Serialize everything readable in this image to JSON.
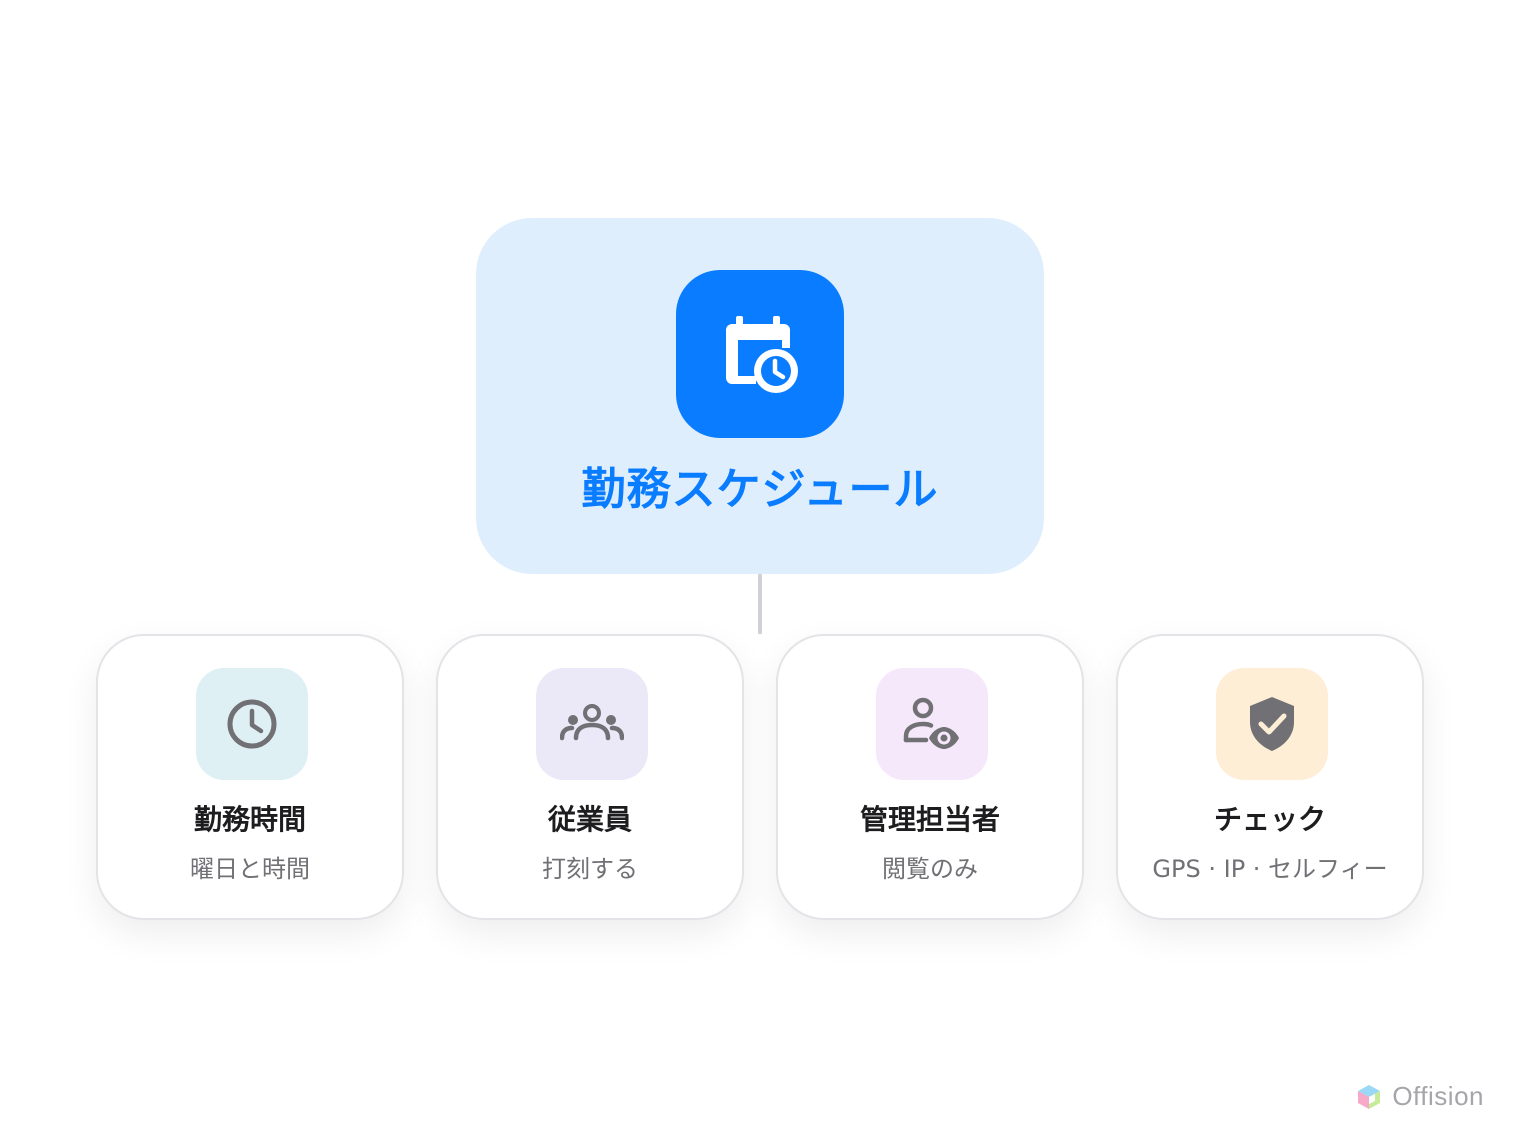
{
  "main": {
    "title": "勤務スケジュール",
    "icon": "calendar-clock-icon",
    "accent_color": "#0a7cff",
    "background_color": "#dfeefd"
  },
  "cards": [
    {
      "title": "勤務時間",
      "subtitle": "曜日と時間",
      "icon": "clock-icon",
      "tile_color": "#dff0f4"
    },
    {
      "title": "従業員",
      "subtitle": "打刻する",
      "icon": "group-icon",
      "tile_color": "#ebe8f7"
    },
    {
      "title": "管理担当者",
      "subtitle": "閲覧のみ",
      "icon": "person-eye-icon",
      "tile_color": "#f5e8fa"
    },
    {
      "title": "チェック",
      "subtitle": "GPS · IP · セルフィー",
      "icon": "shield-check-icon",
      "tile_color": "#ffeed6"
    }
  ],
  "brand": {
    "name": "Offision",
    "icon": "offision-logo-icon"
  }
}
